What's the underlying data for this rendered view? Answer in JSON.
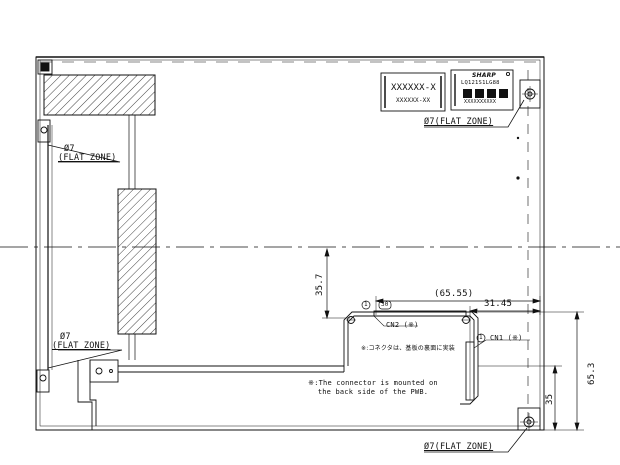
{
  "drawing": {
    "labels": {
      "flat_zone_top_right": "Ø7(FLAT ZONE)",
      "flat_zone_left_upper_dia": "Ø7",
      "flat_zone_left_upper_text": "(FLAT ZONE)",
      "flat_zone_left_lower_dia": "Ø7",
      "flat_zone_left_lower_text": "(FLAT ZONE)",
      "flat_zone_bottom_right": "Ø7(FLAT ZONE)"
    },
    "dimensions": {
      "d_35_7": "35.7",
      "d_65_55": "(65.55)",
      "d_31_45": "31.45",
      "d_65_3": "65.3",
      "d_35": "35"
    },
    "connectors": {
      "cn2": "CN2 (※)",
      "cn1": "CN1 (※)",
      "pin1_a": "1",
      "pin30": "30",
      "pin1_b": "1"
    },
    "notes": {
      "jp_note": "※:コネクタは、基板の裏面に実装",
      "en_note_line1": "※:The connector is mounted on",
      "en_note_line2": "the back side of the PWB."
    },
    "labels_on_panel": {
      "part_no_line1": "XXXXXX-X",
      "part_no_line2": "XXXXXX-XX",
      "brand": "SHARP",
      "model": "LQ121S1LG88",
      "serial": "XXXXXXXXXX"
    }
  }
}
